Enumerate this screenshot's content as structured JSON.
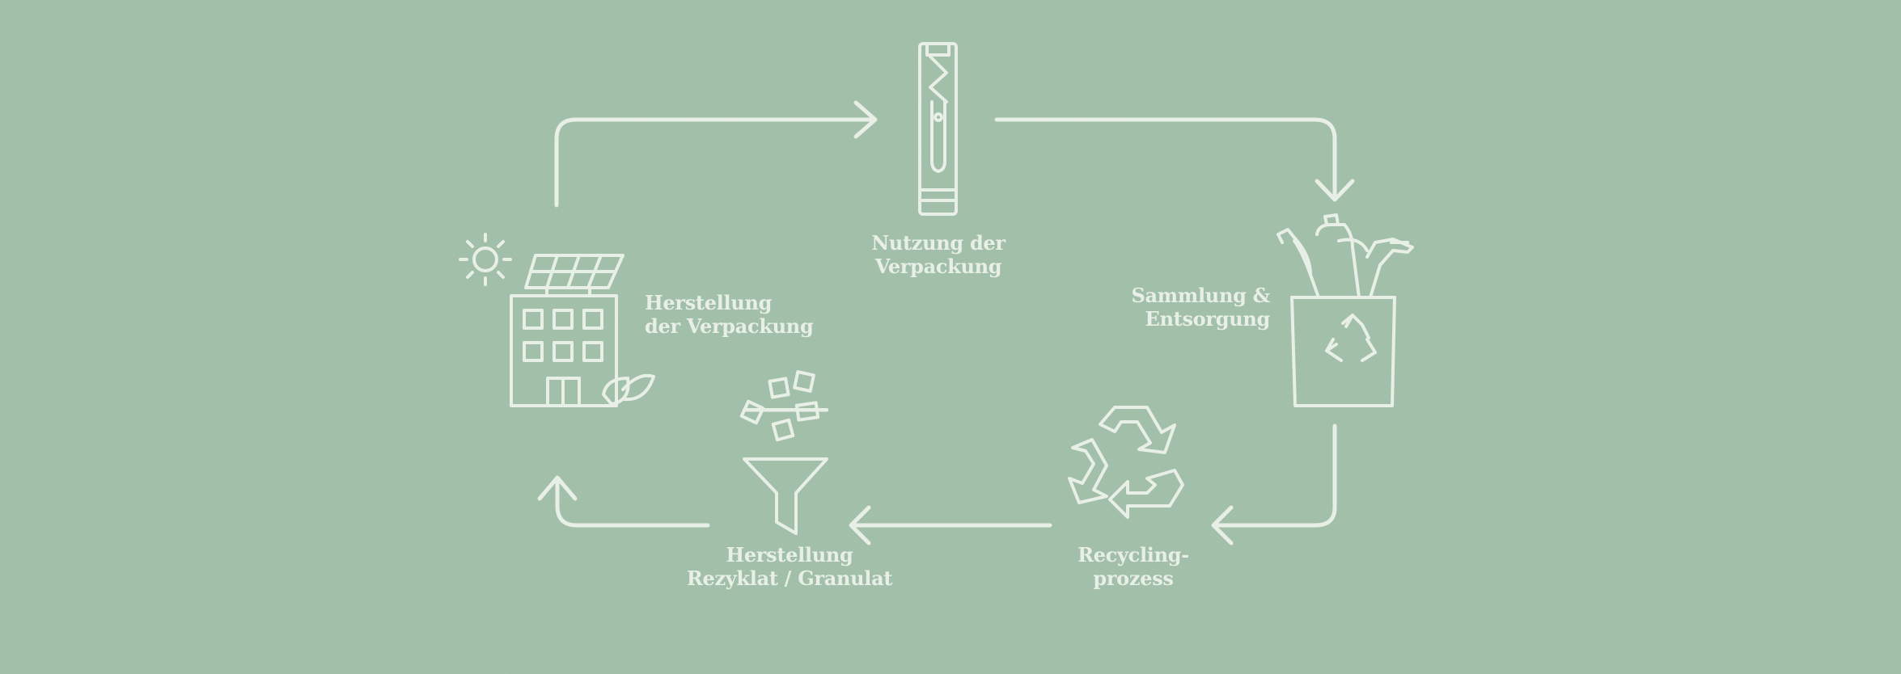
{
  "diagram": {
    "stages": {
      "usage": {
        "line1": "Nutzung der",
        "line2": "Verpackung",
        "icon": "toothpaste-tube-icon"
      },
      "collection": {
        "line1": "Sammlung &",
        "line2": "Entsorgung",
        "icon": "recycling-bin-icon"
      },
      "recycling": {
        "line1": "Recycling-",
        "line2": "prozess",
        "icon": "recycle-symbol-icon"
      },
      "granulate": {
        "line1": "Herstellung",
        "line2": "Rezyklat / Granulat",
        "icon": "granulate-funnel-icon"
      },
      "production": {
        "line1": "Herstellung",
        "line2": "der Verpackung",
        "icon": "solar-factory-icon"
      }
    },
    "colors": {
      "background": "#a2bfa9",
      "stroke": "#e8efe6"
    }
  }
}
